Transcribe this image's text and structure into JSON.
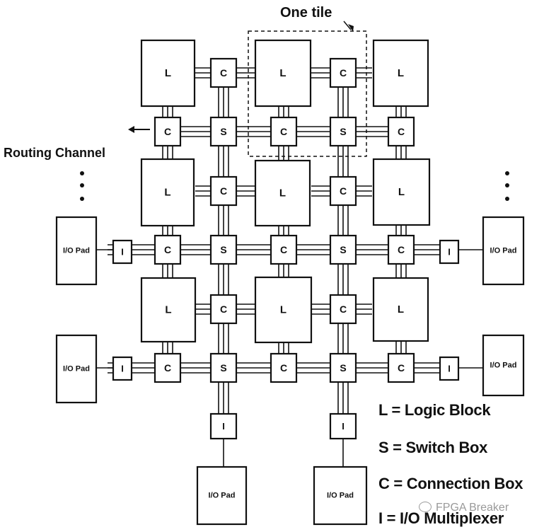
{
  "diagram": {
    "title": "One tile",
    "routing_label": "Routing Channel",
    "block_labels": {
      "logic": "L",
      "switch": "S",
      "connection": "C",
      "mux": "I",
      "io_pad": "I/O Pad"
    }
  },
  "legend": [
    "L = Logic Block",
    "S = Switch Box",
    "C = Connection Box",
    "I = I/O Multiplexer"
  ],
  "watermark": "FPGA Breaker",
  "colors": {
    "ink": "#111111",
    "paper": "#ffffff",
    "watermark": "#9a9a9a"
  }
}
